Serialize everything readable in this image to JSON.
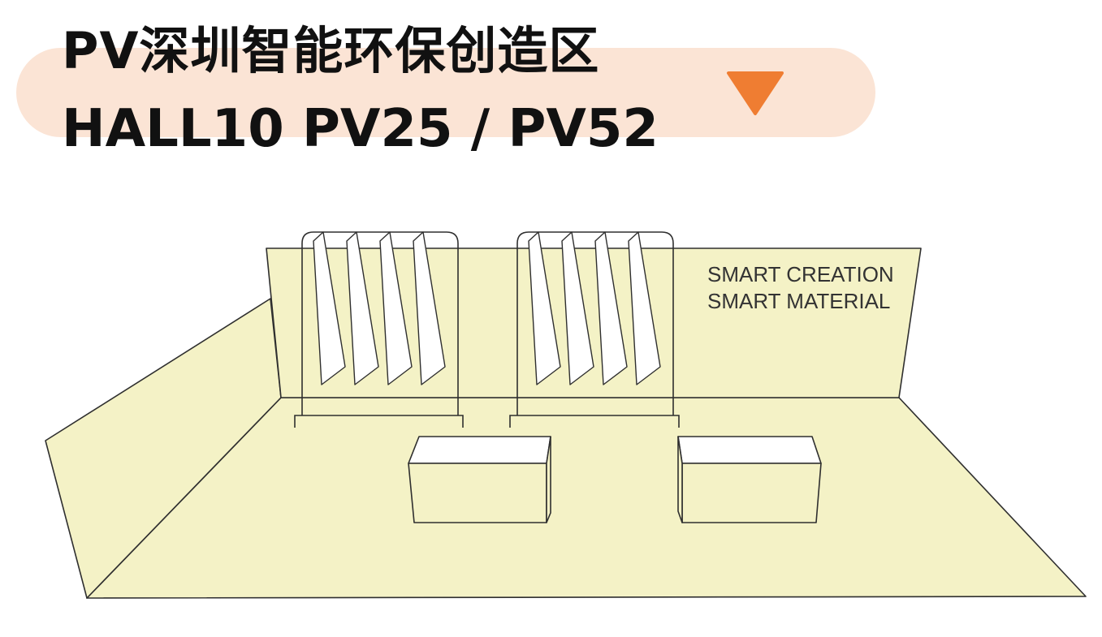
{
  "header": {
    "title_line1": "PV深圳智能环保创造区",
    "title_line2": "HALL10  PV25 / PV52",
    "dropdown_icon": "triangle-down-icon"
  },
  "booth": {
    "tagline_line1": "SMART CREATION",
    "tagline_line2": "SMART MATERIAL"
  },
  "colors": {
    "pill_bg": "#fbe4d5",
    "accent": "#ef7d32",
    "floor_fill": "#f4f2c6",
    "line": "#2f2f2f",
    "panel_fill": "#ffffff"
  }
}
